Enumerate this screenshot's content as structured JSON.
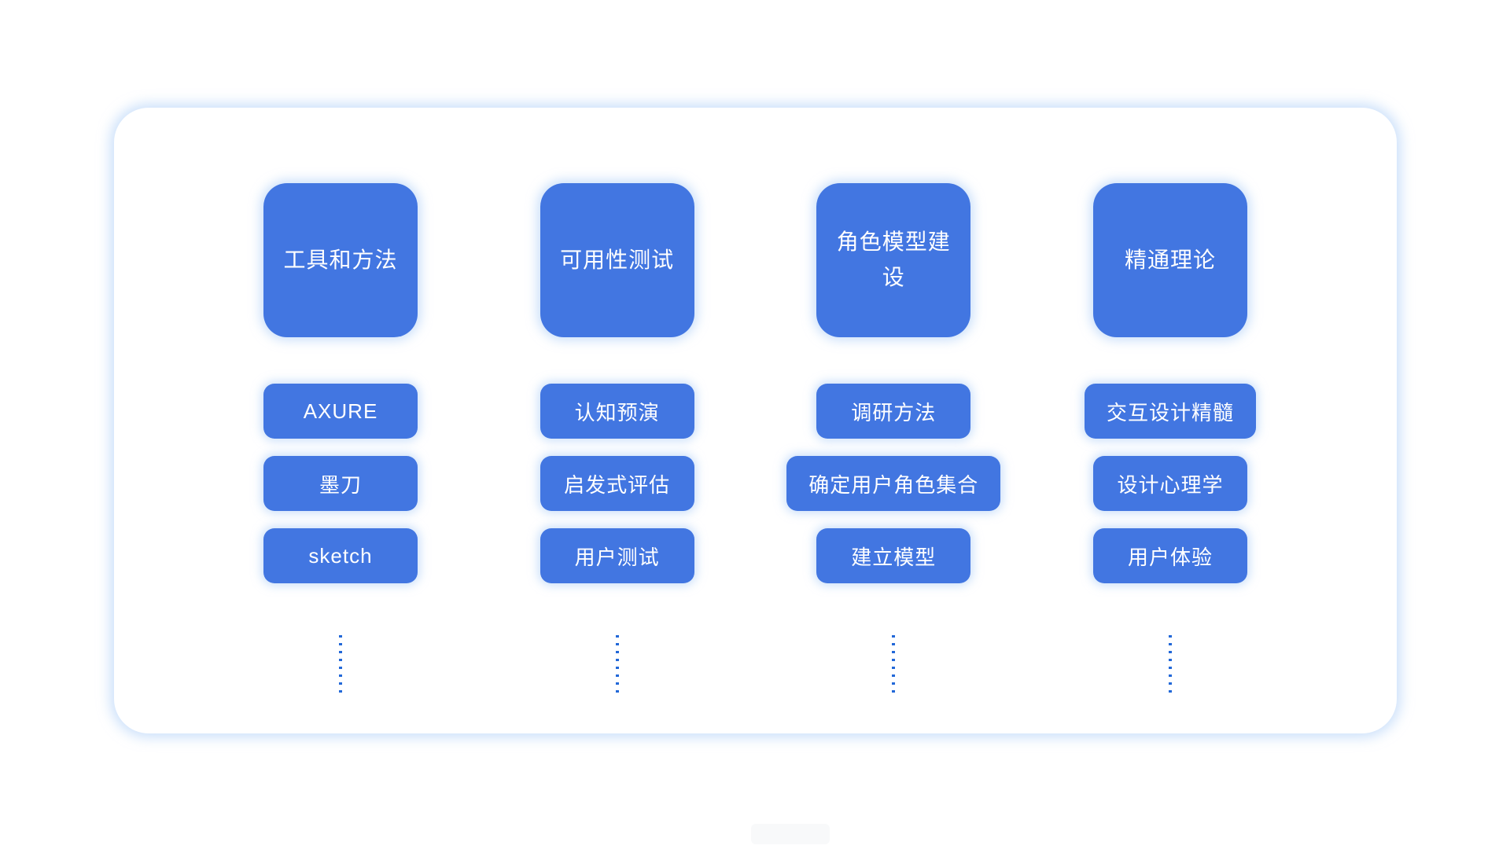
{
  "theme": {
    "node_fill": "#4276e1",
    "node_text": "#ffffff",
    "dot_color": "#2268d8",
    "card_background": "#ffffff",
    "card_glow": "#a0c6f6"
  },
  "board": {
    "columns": [
      {
        "title": "工具和方法",
        "items": [
          "AXURE",
          "墨刀",
          "sketch"
        ]
      },
      {
        "title": "可用性测试",
        "items": [
          "认知预演",
          "启发式评估",
          "用户测试"
        ]
      },
      {
        "title": "角色模型建设",
        "items": [
          "调研方法",
          "确定用户角色集合",
          "建立模型"
        ]
      },
      {
        "title": "精通理论",
        "items": [
          "交互设计精髓",
          "设计心理学",
          "用户体验"
        ]
      }
    ]
  }
}
